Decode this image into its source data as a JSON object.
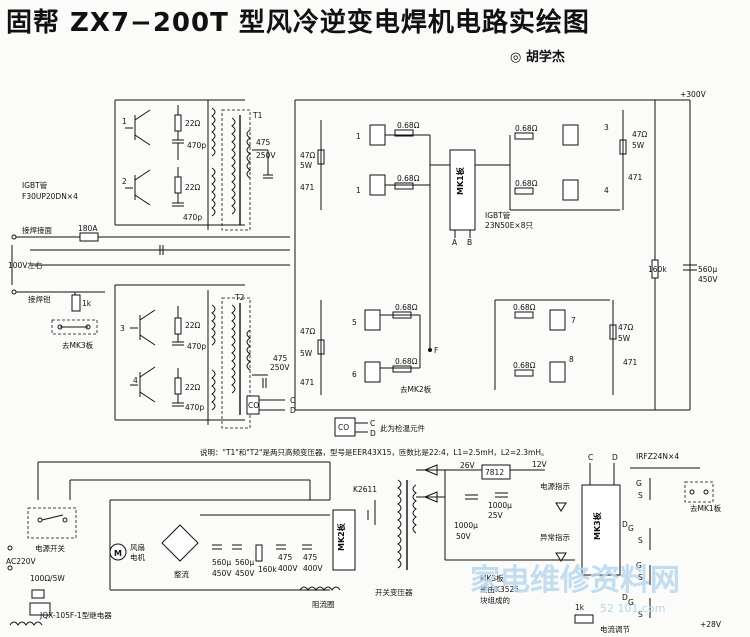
{
  "title": "固帮 ZX7−200T 型风冷逆变电焊机电路实绘图",
  "author": "◎ 胡学杰",
  "labels": {
    "v300": "+300V",
    "t1": "T1",
    "t2": "T2",
    "r22": "22Ω",
    "c470p": "470p",
    "r068": "0.68Ω",
    "r47_5w": "47Ω",
    "w5": "5W",
    "c471": "471",
    "c475_250v": "475",
    "v250": "250V",
    "igbt_left": "IGBT管",
    "igbt_left_part": "F30UP20DN×4",
    "igbt_right": "IGBT管",
    "igbt_right_part": "23N50E×8只",
    "mk1": "MK1板",
    "a": "A",
    "b": "B",
    "weld_pos": "接焊接面",
    "weld_neg": "接焊钳",
    "v100": "100V左右",
    "r180a": "180A",
    "r1k": "1k",
    "to_mk3": "去MK3板",
    "to_mk2": "去MK2板",
    "f": "F",
    "r160k": "160k",
    "c560": "560μ",
    "v450": "450V",
    "c": "C",
    "d": "D",
    "co": "CO",
    "temp_note": "此为检温元件",
    "note": "说明：\"T1\"和\"T2\"是两只高频变压器，型号是EER43X15，匝数比是22:4，L1=2.5mH，L2=2.3mH。",
    "v26": "26V",
    "ic7812": "7812",
    "v12": "12V",
    "k2611": "K2611",
    "c1000_50": "1000μ",
    "v50": "50V",
    "c1000_25": "1000μ",
    "v25": "25V",
    "ac220": "AC220V",
    "power_switch": "电源开关",
    "fan": "风扇",
    "motor": "电机",
    "rect": "整流",
    "c560a": "560μ",
    "c560b": "560μ",
    "v450a": "450V",
    "v450b": "450V",
    "r160k2": "160k",
    "c475a": "475",
    "c475b": "475",
    "v400a": "400V",
    "v400b": "400V",
    "mk2": "MK2板",
    "switch_tf": "开关变压器",
    "choke": "阻流圈",
    "r100_5w": "100Ω/5W",
    "relay": "JQX-105F-1型继电器",
    "power_ind": "电源指示",
    "fault_ind": "异常指示",
    "mk3": "MK3板",
    "mk3_note1": "MK3板",
    "mk3_note2": "是由K3525",
    "mk3_note3": "块组成的",
    "irf": "IRFZ24N×4",
    "to_mk1": "去MK1板",
    "r1k2": "1k",
    "current_adj": "电流调节",
    "v28": "+28V",
    "m": "M",
    "n1": "1",
    "n2": "2",
    "n3": "3",
    "n4": "4",
    "n5": "5",
    "n6": "6",
    "n7": "7",
    "n8": "8",
    "g": "G",
    "s": "S",
    "dd": "D"
  },
  "watermark": {
    "text": "家电维修资料网",
    "url": "52 101.com"
  }
}
